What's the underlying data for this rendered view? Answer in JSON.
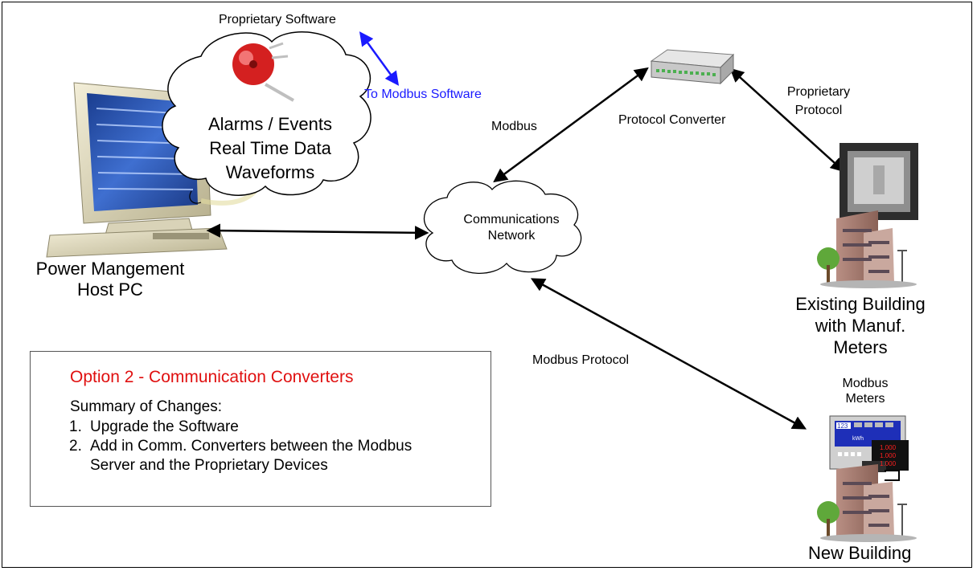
{
  "labels": {
    "proprietary_software": "Proprietary Software",
    "to_modbus_software": "To Modbus Software",
    "cloud_line1": "Alarms / Events",
    "cloud_line2": "Real Time Data",
    "cloud_line3": "Waveforms",
    "host_line1": "Power Mangement",
    "host_line2": "Host PC",
    "network_line1": "Communications",
    "network_line2": "Network",
    "modbus": "Modbus",
    "protocol_converter": "Protocol Converter",
    "proprietary_protocol_line1": "Proprietary",
    "proprietary_protocol_line2": "Protocol",
    "existing_line1": "Existing Building",
    "existing_line2": "with Manuf.",
    "existing_line3": "Meters",
    "modbus_protocol": "Modbus Protocol",
    "modbus_meters_line1": "Modbus",
    "modbus_meters_line2": "Meters",
    "new_building": "New Building"
  },
  "summary": {
    "title": "Option 2 - Communication Converters",
    "subtitle": "Summary of Changes:",
    "items": [
      {
        "num": "1.",
        "text": "Upgrade the Software"
      },
      {
        "num": "2.",
        "text": "Add in Comm. Converters between the Modbus Server and the Proprietary Devices"
      }
    ]
  },
  "meter_display": {
    "screen_text": "123",
    "readout_1": "1.000",
    "readout_2": "1.000",
    "readout_3": "1.000",
    "unit": "kWh"
  },
  "colors": {
    "accent_red": "#e01010",
    "link_blue": "#1a1aff",
    "line": "#000000"
  }
}
